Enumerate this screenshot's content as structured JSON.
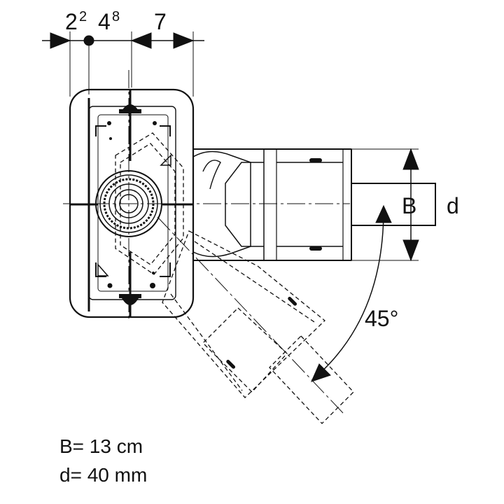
{
  "dimensions": {
    "dim_left_main": "2",
    "dim_left_sup": "2",
    "dim_mid_main": "4",
    "dim_mid_sup": "8",
    "dim_right": "7"
  },
  "labels": {
    "b_symbol": "B",
    "d_symbol": "d",
    "angle": "45°"
  },
  "legend": {
    "b_line": "B= 13 cm",
    "d_line": "d= 40 mm"
  }
}
